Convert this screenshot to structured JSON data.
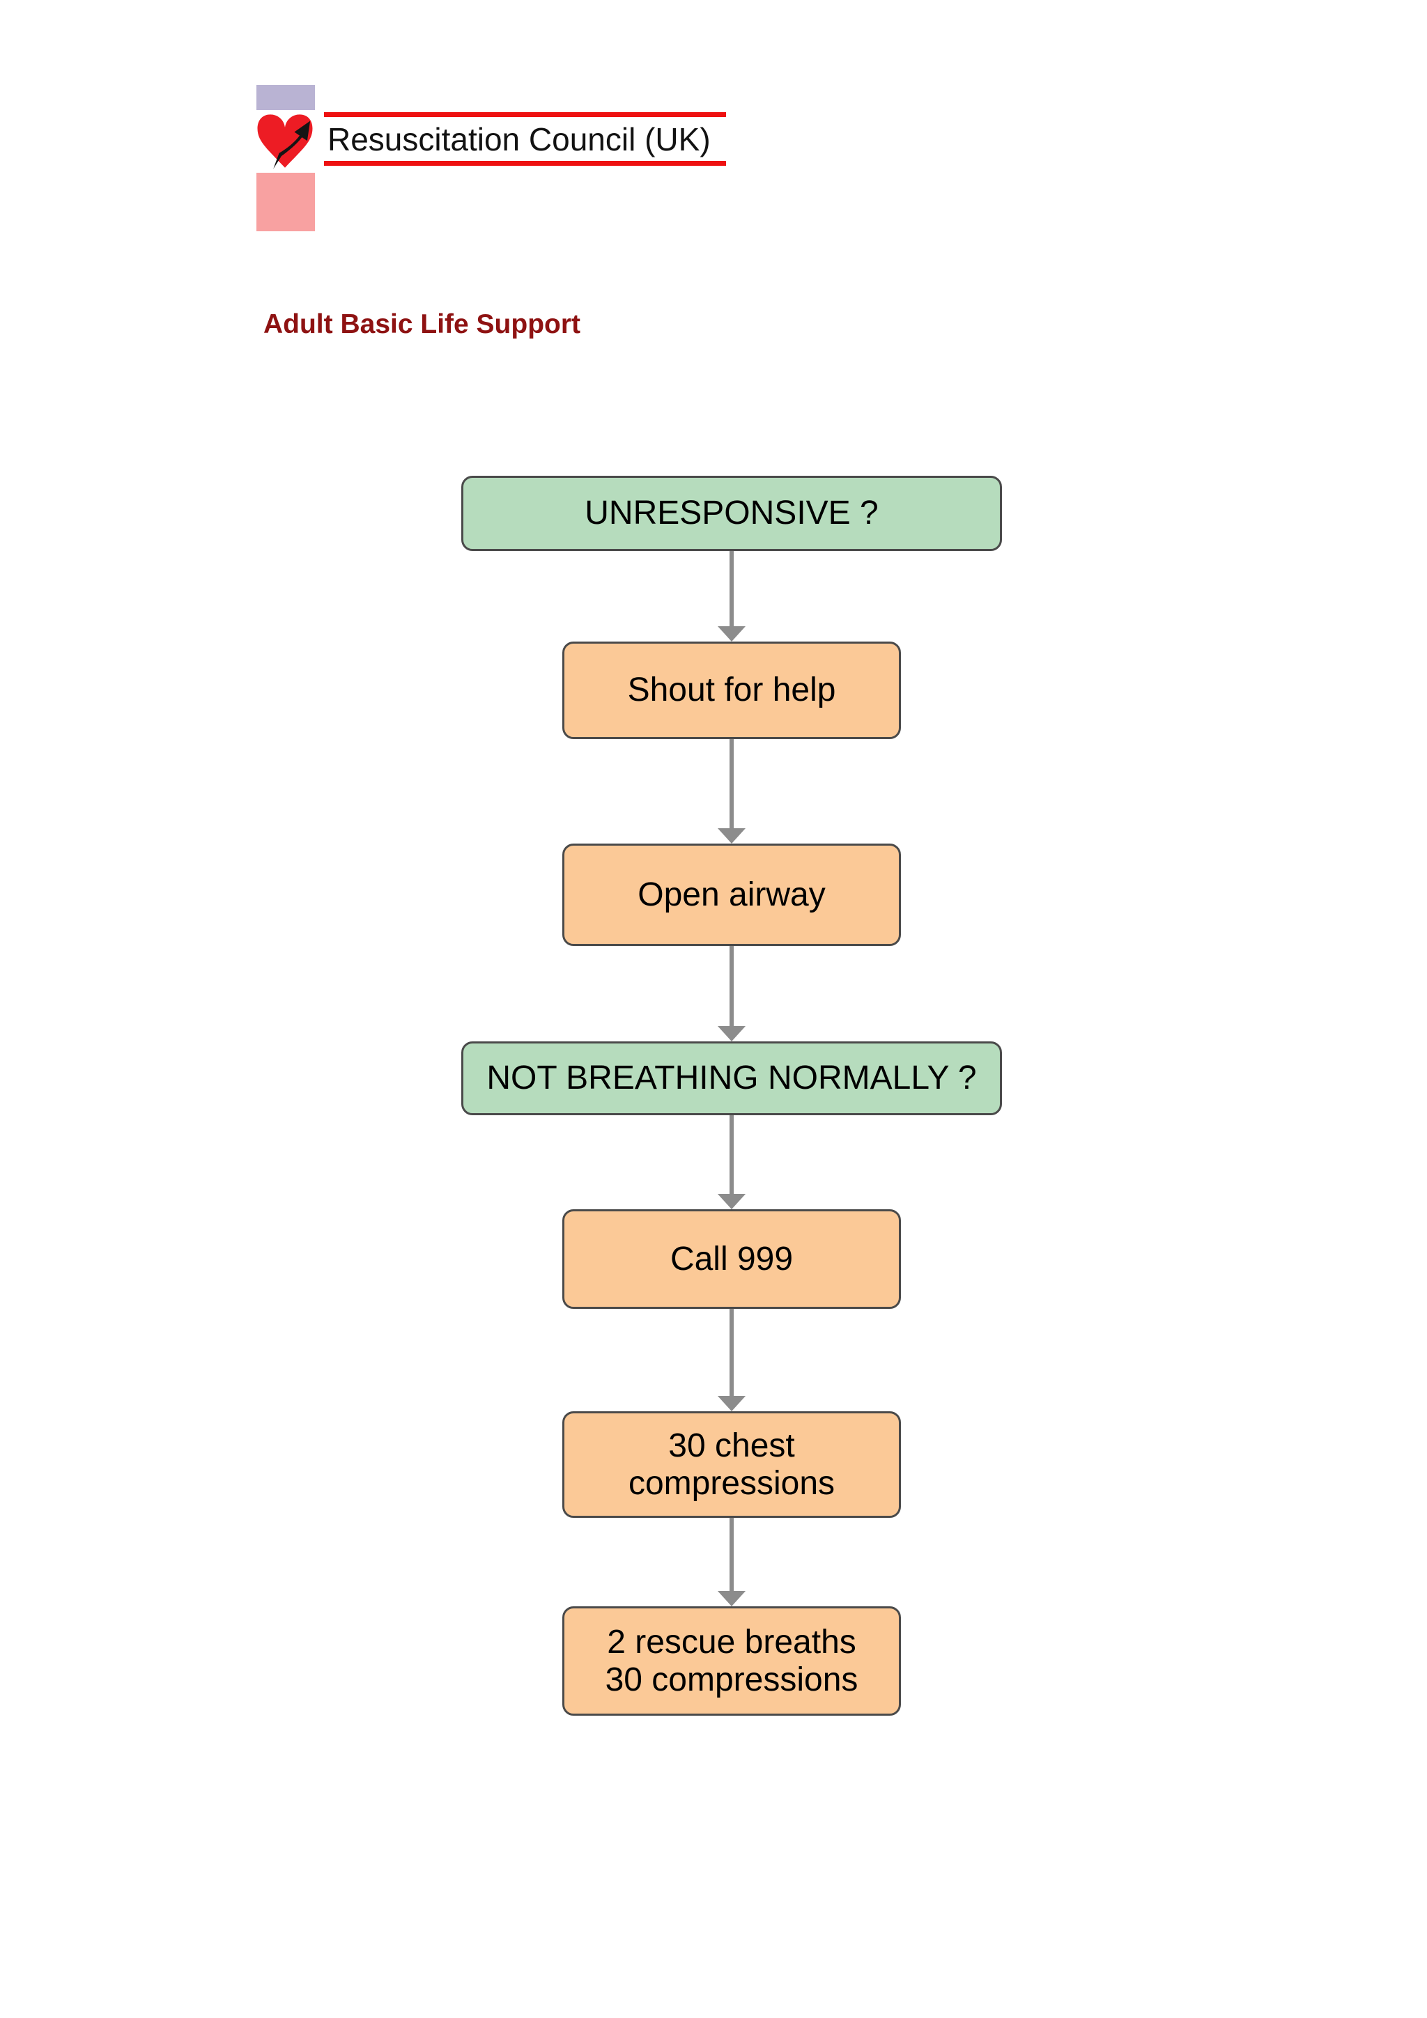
{
  "logo": {
    "org_name": "Resuscitation Council (UK)",
    "icon": "heart-flash-icon",
    "colors": {
      "lavender_square": "#b9b3d3",
      "pink_square": "#f8a1a1",
      "rule_red": "#ee1111",
      "heart_red": "#ed1c24",
      "flash_black": "#141414"
    }
  },
  "title": {
    "text": "Adult Basic Life Support",
    "color": "#8e1212"
  },
  "flowchart": {
    "node_fill_green": "#b6dcbd",
    "node_fill_orange": "#fbc997",
    "node_border": "#4a4a4a",
    "arrow_color": "#8c8c8c",
    "nodes": [
      {
        "label": "UNRESPONSIVE ?",
        "style": "green"
      },
      {
        "label": "Shout for help",
        "style": "orange"
      },
      {
        "label": "Open airway",
        "style": "orange"
      },
      {
        "label": "NOT BREATHING NORMALLY ?",
        "style": "green"
      },
      {
        "label": "Call 999",
        "style": "orange"
      },
      {
        "label": "30 chest\ncompressions",
        "style": "orange"
      },
      {
        "label": "2 rescue breaths\n30 compressions",
        "style": "orange"
      }
    ]
  }
}
